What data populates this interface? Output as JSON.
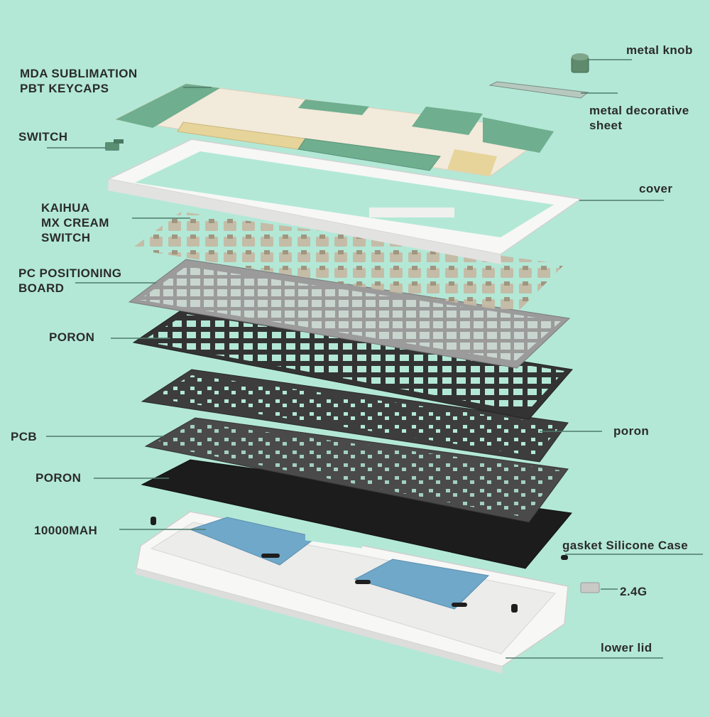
{
  "colors": {
    "background": "#b3e8d7",
    "label_text": "#2b2b2b",
    "leader_line": "#4e7a68",
    "keycap_green": "#6fae8f",
    "keycap_cream": "#f2eadb",
    "keycap_yellow": "#e6d49a",
    "switch": "#b7ab94",
    "frame_white": "#f7f7f6",
    "plate_gray": "#9b9b9b",
    "poron_dark": "#3a3a3a",
    "pcb": "#4a4a4a",
    "battery_blue": "#6fa8c9"
  },
  "labels": {
    "keycaps": [
      "MDA SUBLIMATION",
      "PBT KEYCAPS"
    ],
    "switch": [
      "SWITCH"
    ],
    "kaihua_switch": [
      "KAIHUA",
      "MX CREAM",
      "SWITCH"
    ],
    "pc_board": [
      "PC POSITIONING",
      "BOARD"
    ],
    "poron_top": [
      "PORON"
    ],
    "pcb": [
      "PCB"
    ],
    "poron_bottom": [
      "PORON"
    ],
    "battery": [
      "10000MAH"
    ],
    "metal_knob": [
      "metal knob"
    ],
    "metal_sheet": [
      "metal decorative",
      "sheet"
    ],
    "cover": [
      "cover"
    ],
    "poron_right": [
      "poron"
    ],
    "gasket": [
      "gasket Silicone Case"
    ],
    "receiver": [
      "2.4G"
    ],
    "lower_lid": [
      "lower lid"
    ]
  }
}
